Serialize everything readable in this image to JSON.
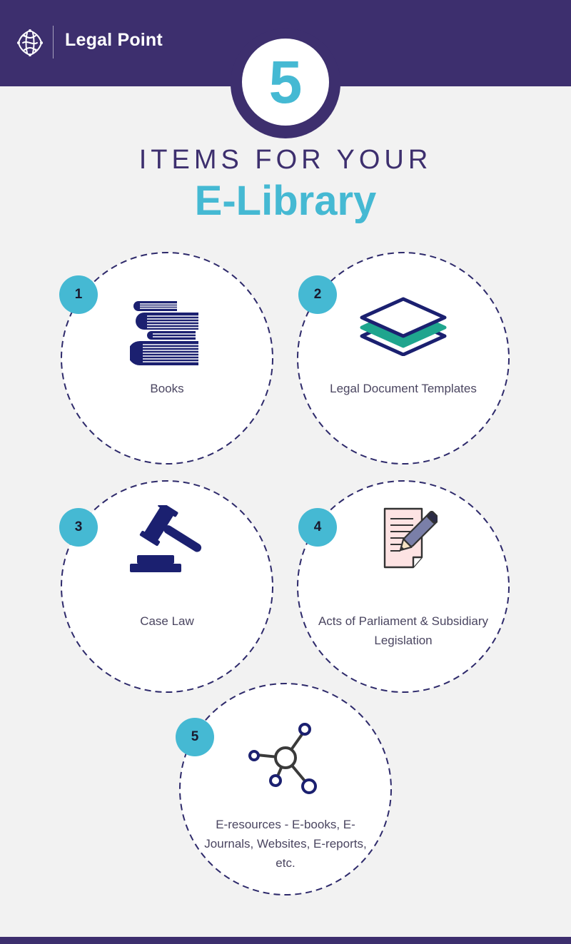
{
  "brand": {
    "name": "Legal Point"
  },
  "hero": {
    "number": "5",
    "title_top": "ITEMS FOR YOUR",
    "title_main": "E-Library"
  },
  "items": [
    {
      "num": "1",
      "label": "Books",
      "icon": "books-icon"
    },
    {
      "num": "2",
      "label": "Legal Document Templates",
      "icon": "layers-icon"
    },
    {
      "num": "3",
      "label": "Case Law",
      "icon": "gavel-icon"
    },
    {
      "num": "4",
      "label": "Acts of Parliament & Subsidiary Legislation",
      "icon": "document-pen-icon"
    },
    {
      "num": "5",
      "label": "E-resources - E-books, E-Journals, Websites, E-reports, etc.",
      "icon": "network-icon"
    }
  ],
  "colors": {
    "navy": "#3d2f6e",
    "cyan": "#45b9d3",
    "icon_navy": "#1b2070",
    "teal": "#1fa58e",
    "background": "#f2f2f2"
  }
}
